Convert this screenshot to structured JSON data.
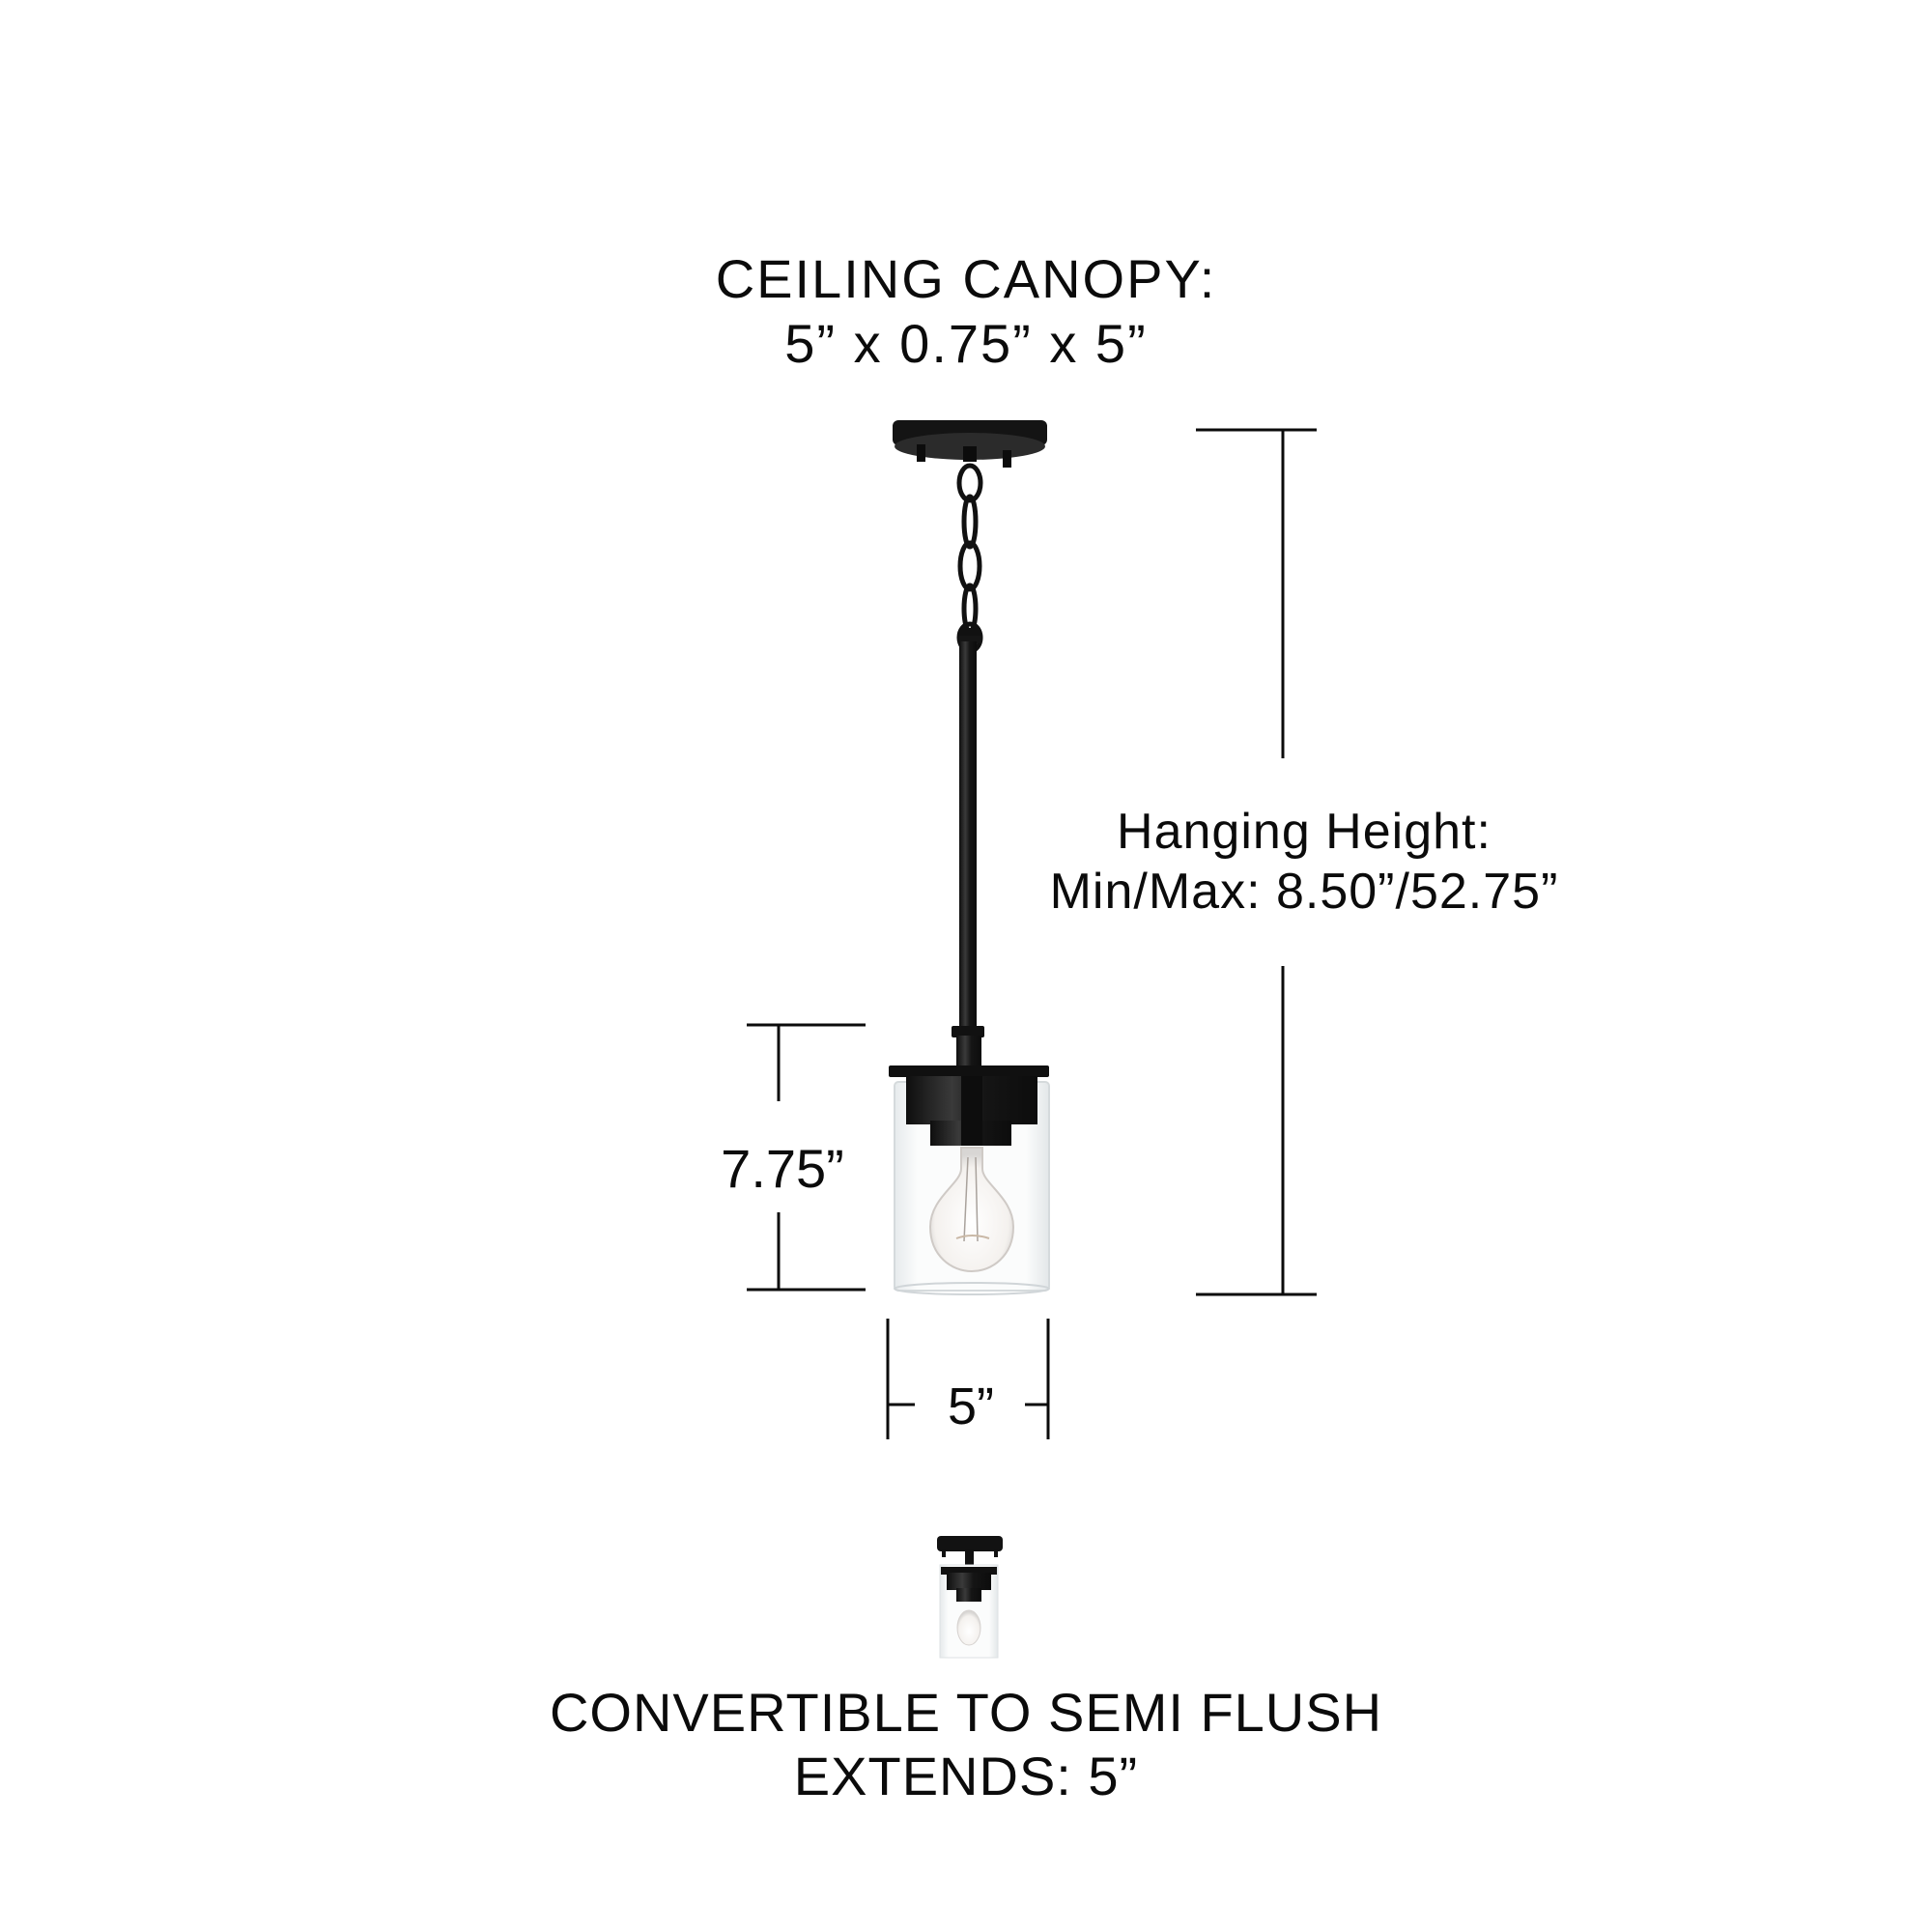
{
  "diagram": {
    "subject": "pendant light fixture dimension diagram",
    "canopy": {
      "title": "CEILING CANOPY:",
      "dimensions": "5” x 0.75” x 5”"
    },
    "hanging_height": {
      "title": "Hanging Height:",
      "range": "Min/Max: 8.50”/52.75”"
    },
    "fixture_height": "7.75”",
    "fixture_width": "5”",
    "semi_flush": {
      "title": "CONVERTIBLE TO SEMI FLUSH",
      "extends": "EXTENDS: 5”"
    },
    "colors": {
      "background": "#ffffff",
      "ink": "#0b0b0b",
      "metal_finish": "#1a1a1a",
      "glass": "#f3f5f6"
    }
  }
}
